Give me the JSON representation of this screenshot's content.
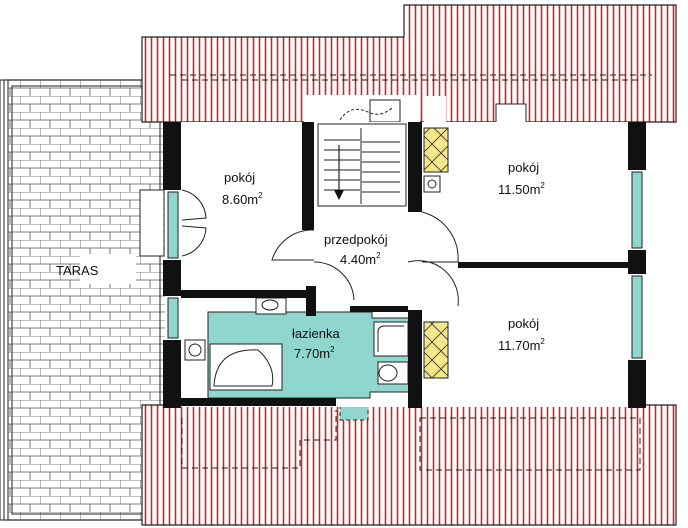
{
  "rooms": {
    "room_1": {
      "name": "pokój",
      "area": "8.60m",
      "sup": "2"
    },
    "room_2": {
      "name": "pokój",
      "area": "11.50m",
      "sup": "2"
    },
    "hall": {
      "name": "przedpokój",
      "area": "4.40m",
      "sup": "2"
    },
    "bathroom": {
      "name": "łazienka",
      "area": "7.70m",
      "sup": "2"
    },
    "room_3": {
      "name": "pokój",
      "area": "11.70m",
      "sup": "2"
    },
    "terrace": {
      "name": "TARAS"
    }
  },
  "colors": {
    "roof_line": "#d42020",
    "bathroom_fill": "#8fd6cf",
    "wardrobe_fill": "#f4e78a",
    "wall": "#111111"
  }
}
